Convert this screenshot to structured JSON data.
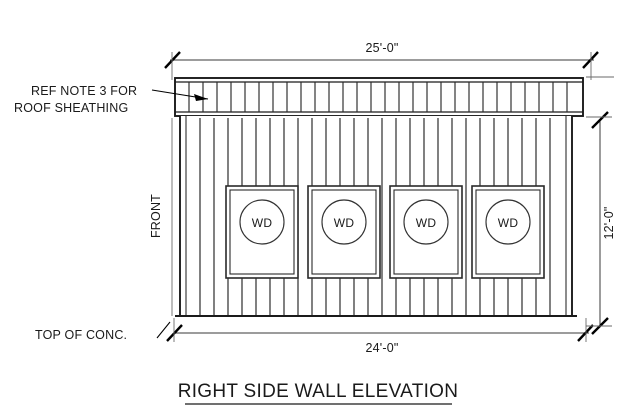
{
  "drawing": {
    "title": "RIGHT SIDE WALL ELEVATION",
    "labels": {
      "roof_note_line1": "REF NOTE 3 FOR",
      "roof_note_line2": "ROOF SHEATHING",
      "front": "FRONT",
      "top_of_conc": "TOP OF CONC."
    },
    "dimensions": {
      "top": "25'-0\"",
      "bottom": "24'-0\"",
      "right_height": "12'-0\""
    },
    "windows": [
      {
        "tag": "WD"
      },
      {
        "tag": "WD"
      },
      {
        "tag": "WD"
      },
      {
        "tag": "WD"
      }
    ],
    "colors": {
      "line": "#1a1a1a",
      "dimension": "#3a3a3a",
      "extension": "#6a6a6a",
      "background": "#ffffff"
    }
  }
}
